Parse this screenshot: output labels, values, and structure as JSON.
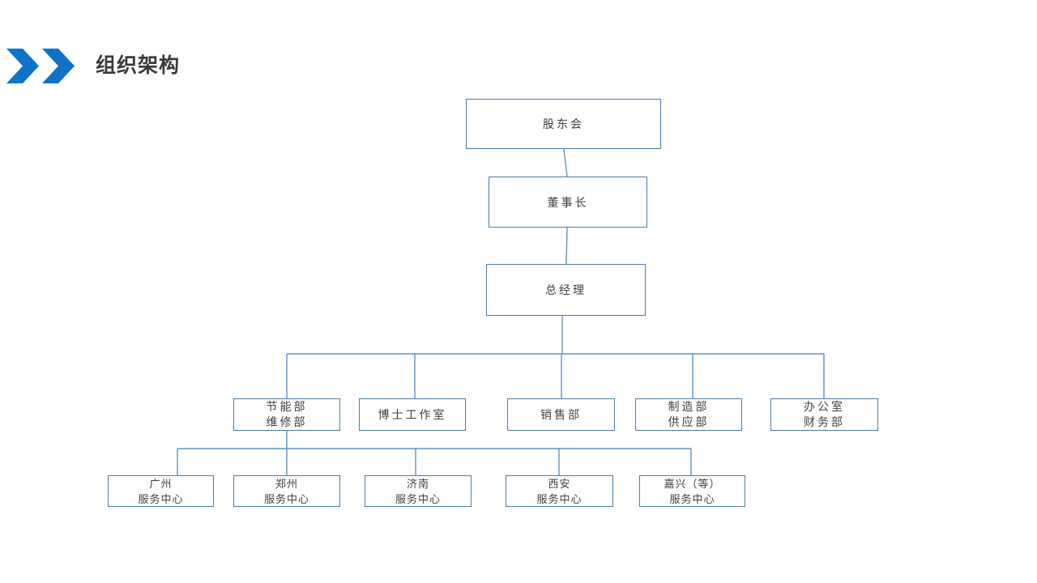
{
  "page": {
    "title": "组织架构"
  },
  "colors": {
    "accent_blue": "#0f72c6",
    "box_border": "#4a7dab",
    "connector_line": "#6191c5",
    "title_text": "#3a3a3a",
    "box_text": "#404040",
    "background": "#ffffff"
  },
  "orgchart": {
    "root": {
      "label": "股东会"
    },
    "chairman": {
      "label": "董事长"
    },
    "general_manager": {
      "label": "总经理"
    },
    "departments": [
      {
        "line1": "节能部",
        "line2": "维修部"
      },
      {
        "line1": "博士工作室",
        "line2": ""
      },
      {
        "line1": "销售部",
        "line2": ""
      },
      {
        "line1": "制造部",
        "line2": "供应部"
      },
      {
        "line1": "办公室",
        "line2": "财务部"
      }
    ],
    "service_centers": [
      {
        "line1": "广州",
        "line2": "服务中心"
      },
      {
        "line1": "郑州",
        "line2": "服务中心"
      },
      {
        "line1": "济南",
        "line2": "服务中心"
      },
      {
        "line1": "西安",
        "line2": "服务中心"
      },
      {
        "line1": "嘉兴（等）",
        "line2": "服务中心"
      }
    ]
  }
}
